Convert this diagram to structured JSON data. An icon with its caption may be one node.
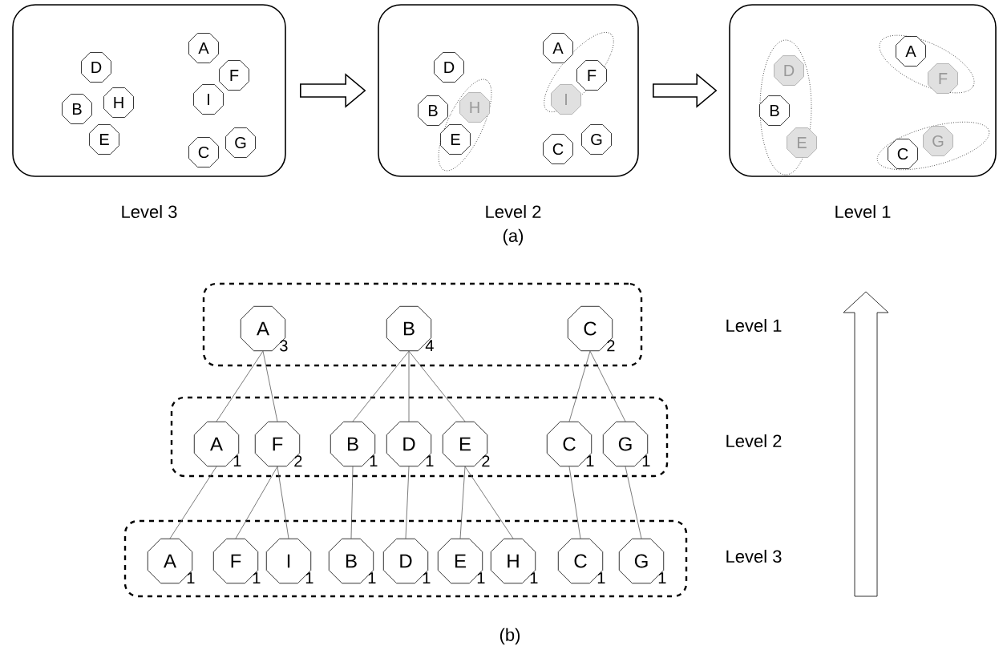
{
  "diagram": {
    "nodes": [
      {
        "text": [],
        "shape": "box",
        "beside": [
          "Level 3"
        ]
      },
      {
        "text": [
          "D"
        ],
        "in": 0
      },
      {
        "text": [
          "B"
        ],
        "in": 0
      },
      {
        "text": [
          "H"
        ],
        "in": 0
      },
      {
        "text": [
          "E"
        ],
        "in": 0
      },
      {
        "text": [
          "A"
        ],
        "in": 0
      },
      {
        "text": [
          "F"
        ],
        "in": 0
      },
      {
        "text": [
          "I"
        ],
        "in": 0
      },
      {
        "text": [
          "C"
        ],
        "in": 0
      },
      {
        "text": [
          "G"
        ],
        "in": 0
      },
      {
        "text": [],
        "shape": "box",
        "beside": [
          "Level 2"
        ]
      },
      {
        "text": [
          "D"
        ],
        "in": 10
      },
      {
        "text": [
          "B"
        ],
        "in": 10
      },
      {
        "text": [
          "H"
        ],
        "in": 10
      },
      {
        "text": [
          "E"
        ],
        "in": 10
      },
      {
        "text": [
          "A"
        ],
        "in": 10
      },
      {
        "text": [
          "F"
        ],
        "in": 10
      },
      {
        "text": [
          "I"
        ],
        "in": 10
      },
      {
        "text": [
          "C"
        ],
        "in": 10
      },
      {
        "text": [
          "G"
        ],
        "in": 10
      },
      {
        "text": [],
        "shape": "box",
        "beside": [
          "Level 1"
        ]
      },
      {
        "text": [
          "D"
        ],
        "in": 20
      },
      {
        "text": [
          "B"
        ],
        "in": 20
      },
      {
        "text": [
          "E"
        ],
        "in": 20
      },
      {
        "text": [
          "A"
        ],
        "in": 20
      },
      {
        "text": [
          "F"
        ],
        "in": 20
      },
      {
        "text": [
          "C"
        ],
        "in": 20
      },
      {
        "text": [
          "G"
        ],
        "in": 20
      },
      {
        "text": [],
        "shape": "box"
      },
      {
        "text": [
          "A"
        ],
        "in": 28,
        "beside": [
          "3"
        ]
      },
      {
        "text": [
          "B"
        ],
        "in": 28,
        "beside": [
          "4"
        ]
      },
      {
        "text": [
          "C"
        ],
        "in": 28,
        "beside": [
          "2"
        ]
      },
      {
        "text": [],
        "shape": "box"
      },
      {
        "text": [
          "A"
        ],
        "in": 32,
        "beside": [
          "1"
        ]
      },
      {
        "text": [
          "F"
        ],
        "in": 32,
        "beside": [
          "2"
        ]
      },
      {
        "text": [
          "B"
        ],
        "in": 32,
        "beside": [
          "1"
        ]
      },
      {
        "text": [
          "D"
        ],
        "in": 32,
        "beside": [
          "1"
        ]
      },
      {
        "text": [
          "E"
        ],
        "in": 32,
        "beside": [
          "2"
        ]
      },
      {
        "text": [
          "C"
        ],
        "in": 32,
        "beside": [
          "1"
        ]
      },
      {
        "text": [
          "G"
        ],
        "in": 32,
        "beside": [
          "1"
        ]
      },
      {
        "text": [],
        "shape": "box"
      },
      {
        "text": [
          "A"
        ],
        "in": 40,
        "beside": [
          "1"
        ]
      },
      {
        "text": [
          "F"
        ],
        "in": 40,
        "beside": [
          "1"
        ]
      },
      {
        "text": [
          "I"
        ],
        "in": 40,
        "beside": [
          "1"
        ]
      },
      {
        "text": [
          "B"
        ],
        "in": 40,
        "beside": [
          "1"
        ]
      },
      {
        "text": [
          "D"
        ],
        "in": 40,
        "beside": [
          "1"
        ]
      },
      {
        "text": [
          "E"
        ],
        "in": 40,
        "beside": [
          "1"
        ]
      },
      {
        "text": [
          "H"
        ],
        "in": 40,
        "beside": [
          "1"
        ]
      },
      {
        "text": [
          "C"
        ],
        "in": 40,
        "beside": [
          "1"
        ]
      },
      {
        "text": [
          "G"
        ],
        "in": 40,
        "beside": [
          "1"
        ]
      }
    ],
    "edges": [
      {
        "from": 0,
        "to": 10,
        "arrow": "to"
      },
      {
        "from": 10,
        "to": 20,
        "arrow": "to"
      },
      {
        "from": 29,
        "to": 33,
        "arrow": "none"
      },
      {
        "from": 29,
        "to": 34,
        "arrow": "none"
      },
      {
        "from": 30,
        "to": 35,
        "arrow": "none"
      },
      {
        "from": 30,
        "to": 36,
        "arrow": "none"
      },
      {
        "from": 30,
        "to": 37,
        "arrow": "none"
      },
      {
        "from": 31,
        "to": 38,
        "arrow": "none"
      },
      {
        "from": 31,
        "to": 39,
        "arrow": "none"
      },
      {
        "from": 33,
        "to": 41,
        "arrow": "none"
      },
      {
        "from": 34,
        "to": 42,
        "arrow": "none"
      },
      {
        "from": 34,
        "to": 43,
        "arrow": "none"
      },
      {
        "from": 35,
        "to": 44,
        "arrow": "none"
      },
      {
        "from": 36,
        "to": 45,
        "arrow": "none"
      },
      {
        "from": 37,
        "to": 46,
        "arrow": "none"
      },
      {
        "from": 37,
        "to": 47,
        "arrow": "none"
      },
      {
        "from": 38,
        "to": 48,
        "arrow": "none"
      },
      {
        "from": 39,
        "to": 49,
        "arrow": "none"
      }
    ],
    "labels": [
      "(a)",
      "Level 1",
      "Level 2",
      "Level 3",
      "(b)"
    ]
  }
}
